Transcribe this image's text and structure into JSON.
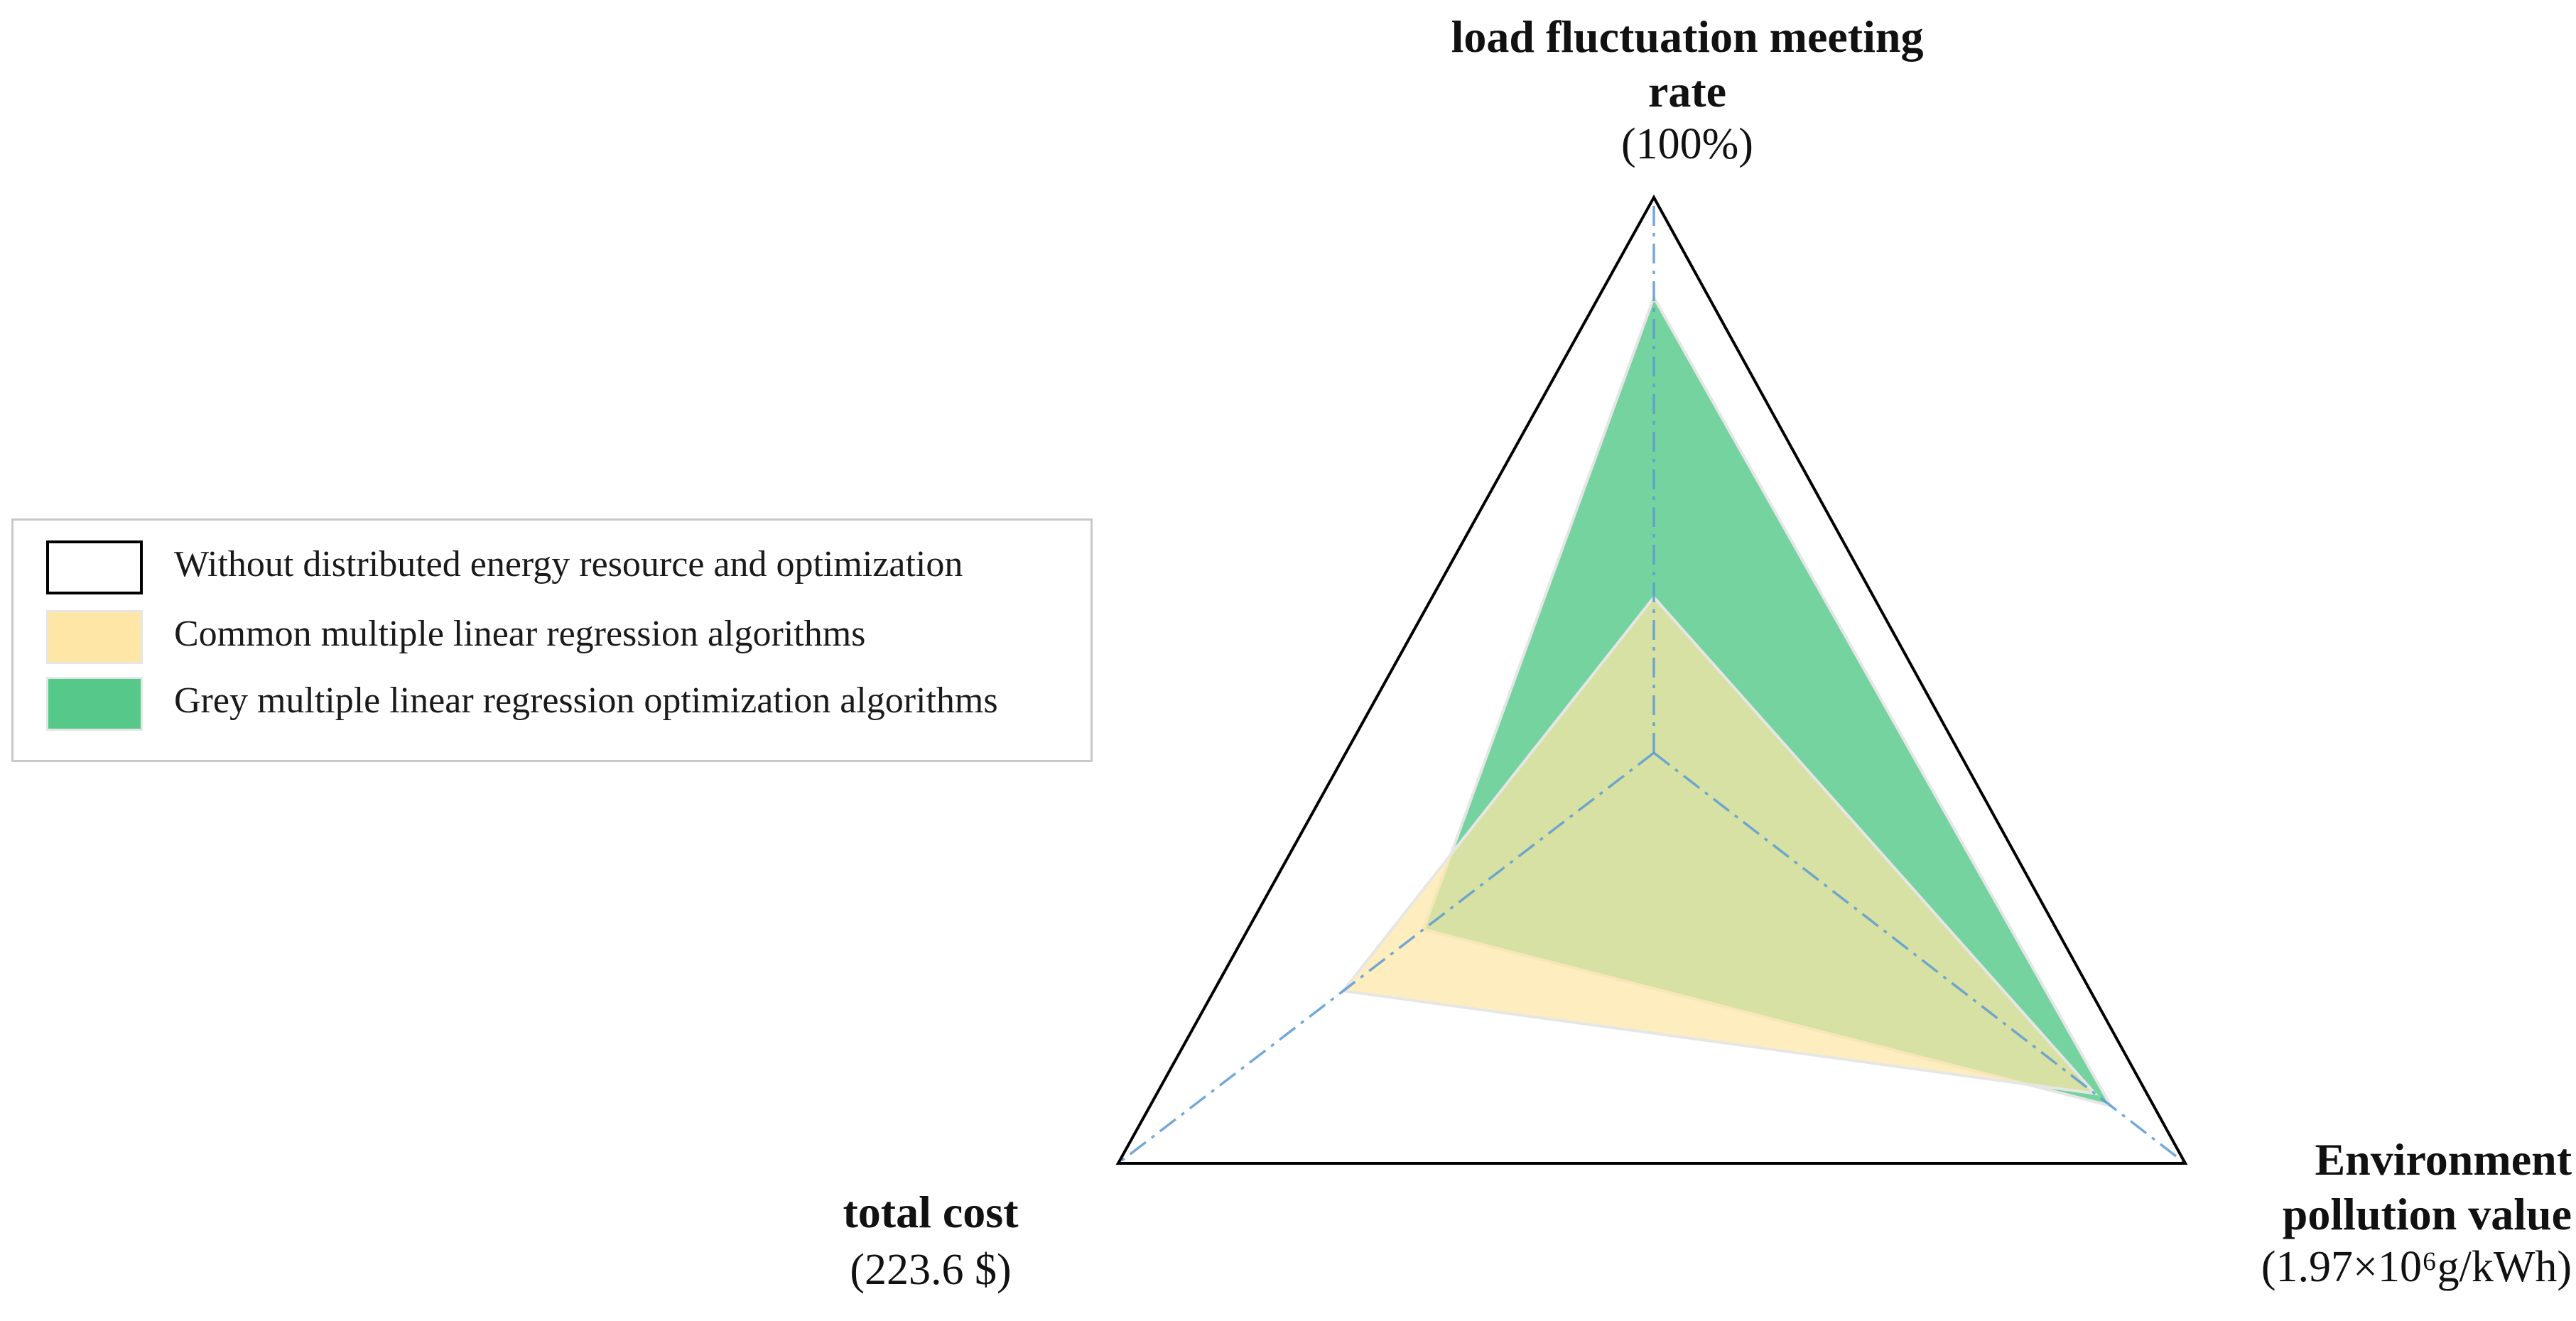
{
  "chart_data": {
    "type": "radar",
    "axes": [
      {
        "name": "load fluctuation meeting rate",
        "max_label": "(100%)"
      },
      {
        "name": "Environment pollution value",
        "max_label": "(1.97×10⁶g/kWh)"
      },
      {
        "name": "total cost",
        "max_label": "(223.6 $)"
      }
    ],
    "series": [
      {
        "name": "Without distributed energy resource and optimization",
        "values": [
          1.0,
          1.0,
          1.0
        ],
        "fill": "#ffffff",
        "stroke": "#000000"
      },
      {
        "name": "Common multiple linear regression algorithms",
        "values": [
          0.28,
          0.83,
          0.58
        ],
        "fill": "#fde6a6",
        "stroke": "#e6e6e6"
      },
      {
        "name": "Grey multiple linear regression optimization algorithms",
        "values": [
          0.82,
          0.86,
          0.43
        ],
        "fill": "#56c98a",
        "stroke": "#e6e6e6"
      }
    ],
    "axis_line_color": "#5b9bd5",
    "legend_position": "left"
  }
}
